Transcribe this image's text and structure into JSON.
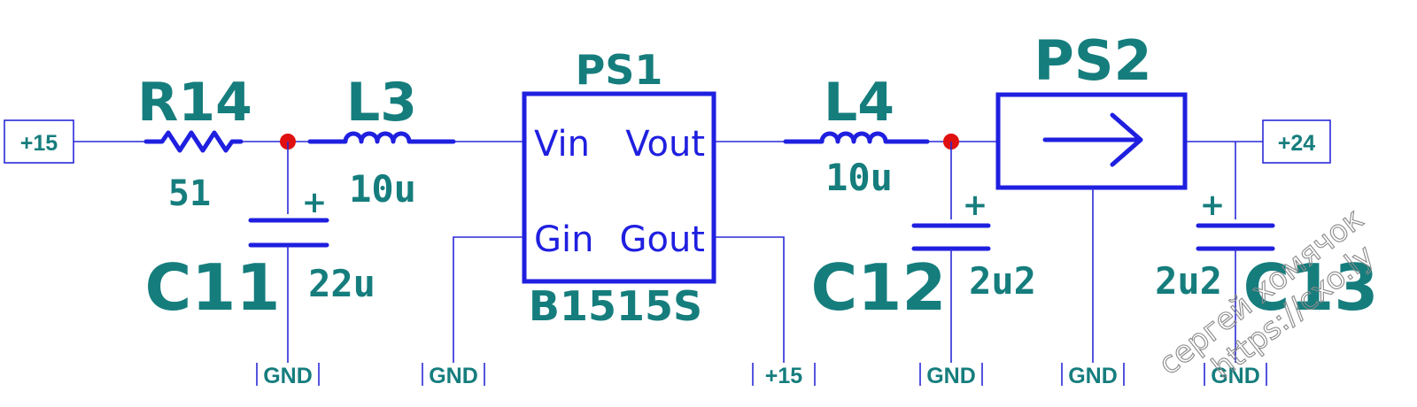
{
  "net_labels": {
    "input": "+15",
    "output": "+24",
    "ps1_gout_rail": "+15"
  },
  "ground_label": "GND",
  "components": {
    "r14": {
      "ref": "R14",
      "value": "51"
    },
    "l3": {
      "ref": "L3",
      "value": "10u"
    },
    "l4": {
      "ref": "L4",
      "value": "10u"
    },
    "c11": {
      "ref": "C11",
      "value": "22u",
      "polarity": "+"
    },
    "c12": {
      "ref": "C12",
      "value": "2u2",
      "polarity": "+"
    },
    "c13": {
      "ref": "C13",
      "value": "2u2",
      "polarity": "+"
    },
    "ps1": {
      "ref": "PS1",
      "part": "B1515S",
      "pins": {
        "vin": "Vin",
        "vout": "Vout",
        "gin": "Gin",
        "gout": "Gout"
      }
    },
    "ps2": {
      "ref": "PS2"
    }
  },
  "watermark": {
    "line1": "сергей хомячок",
    "line2": "https://cxo.ly"
  },
  "colors": {
    "wire": "#2a2ad8",
    "symbol": "#1f1fe0",
    "label": "#167d7d",
    "junction": "#e01010"
  }
}
